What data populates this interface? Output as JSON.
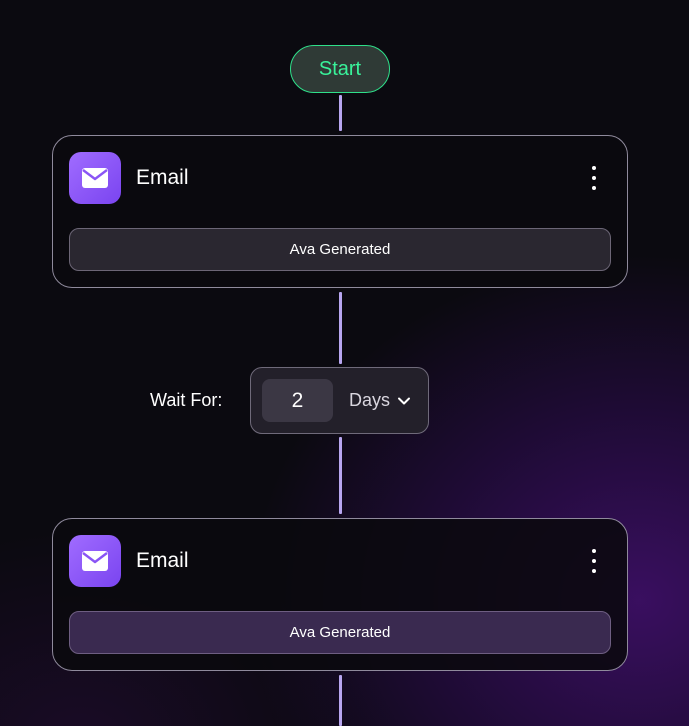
{
  "flow": {
    "start_label": "Start",
    "nodes": [
      {
        "title": "Email",
        "icon": "mail-icon",
        "tag": "Ava Generated"
      },
      {
        "title": "Email",
        "icon": "mail-icon",
        "tag": "Ava Generated"
      }
    ],
    "wait": {
      "label": "Wait For:",
      "value": "2",
      "unit": "Days"
    }
  },
  "colors": {
    "start_border": "#2fe08a",
    "start_text": "#39f29a",
    "connector": "#b8a6f0",
    "icon_gradient_start": "#a06cff",
    "icon_gradient_end": "#7a44f0"
  }
}
